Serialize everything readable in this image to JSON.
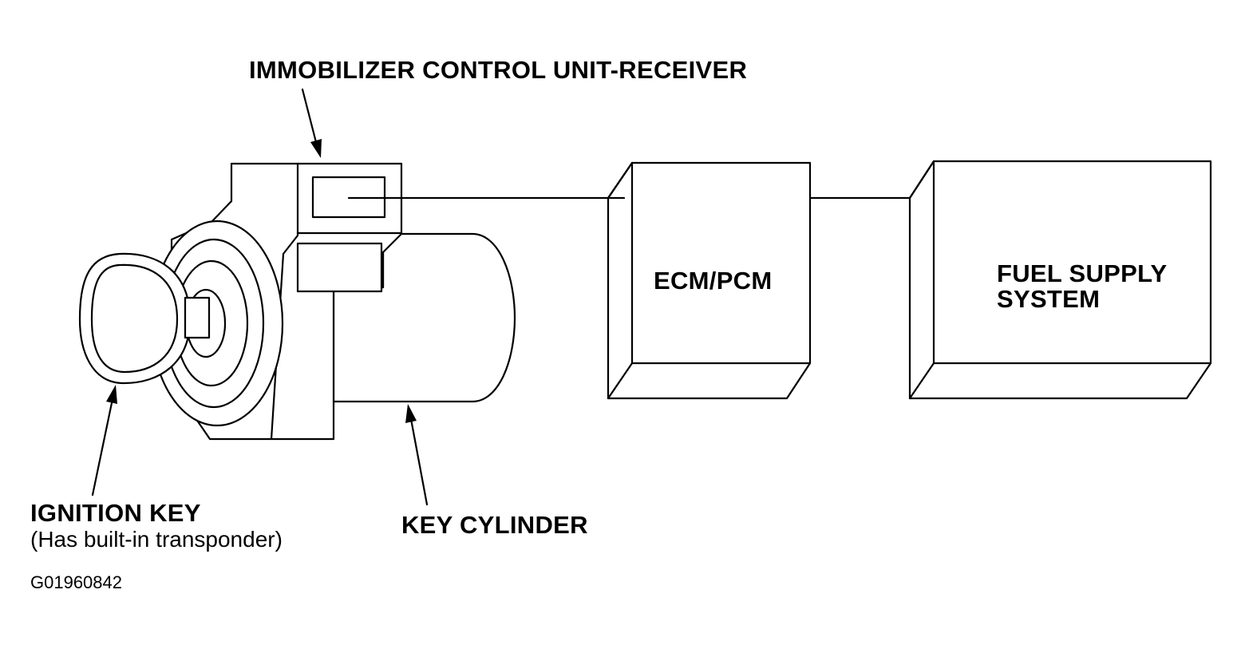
{
  "labels": {
    "receiver": "IMMOBILIZER CONTROL UNIT-RECEIVER",
    "ecm": "ECM/PCM",
    "fuel_line1": "FUEL SUPPLY",
    "fuel_line2": "SYSTEM",
    "ignition_key": "IGNITION KEY",
    "ignition_key_note": "(Has built-in transponder)",
    "key_cylinder": "KEY CYLINDER",
    "figure_code": "G01960842"
  },
  "components": [
    {
      "id": "ignition-key",
      "label_ref": "ignition_key"
    },
    {
      "id": "key-cylinder",
      "label_ref": "key_cylinder"
    },
    {
      "id": "immobilizer-receiver",
      "label_ref": "receiver"
    },
    {
      "id": "ecm-pcm",
      "label_ref": "ecm"
    },
    {
      "id": "fuel-supply-system",
      "label_ref": "fuel_line1"
    }
  ],
  "connections": [
    {
      "from": "immobilizer-receiver",
      "to": "ecm-pcm"
    },
    {
      "from": "ecm-pcm",
      "to": "fuel-supply-system"
    }
  ],
  "colors": {
    "ink": "#000000",
    "paper": "#ffffff"
  }
}
